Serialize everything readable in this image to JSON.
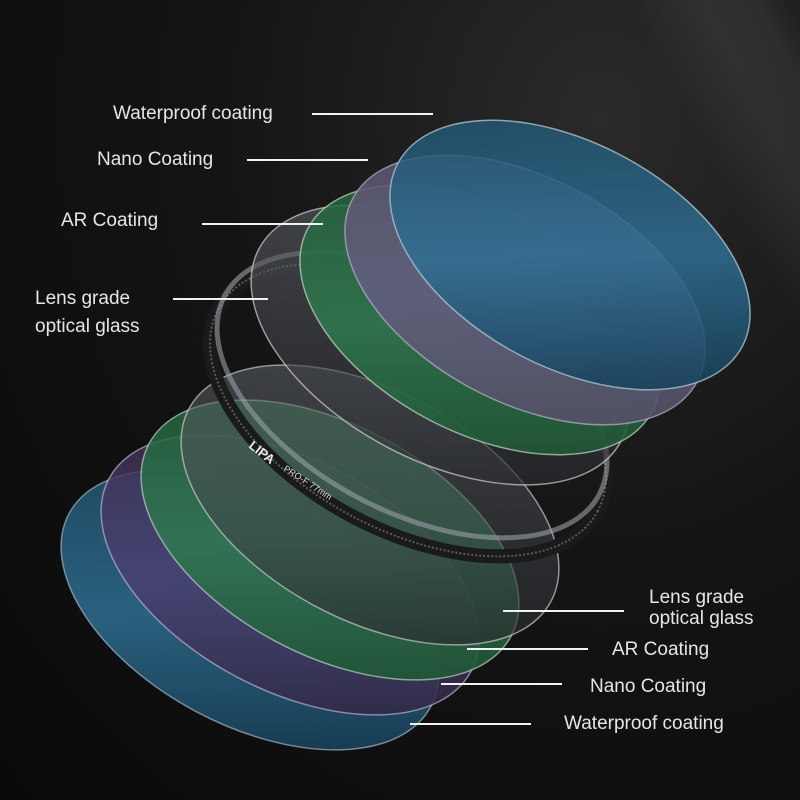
{
  "product": {
    "brand": "LIPA",
    "model": "PRO-F 77mm"
  },
  "labels_top": [
    {
      "text": "Waterproof coating"
    },
    {
      "text": "Nano Coating"
    },
    {
      "text": "AR Coating"
    },
    {
      "line1": "Lens grade",
      "line2": "optical glass"
    }
  ],
  "labels_bottom": [
    {
      "line1": "Lens grade",
      "line2": "optical glass"
    },
    {
      "text": "AR Coating"
    },
    {
      "text": "Nano Coating"
    },
    {
      "text": "Waterproof coating"
    }
  ],
  "colors": {
    "background": "#111111",
    "waterproof": "#2e6f94",
    "nano": "#5a3f7a",
    "ar": "#2f7a4e",
    "glass": "#7a7f88",
    "leader": "#f2f2f2",
    "label_text": "#e6e6e6"
  }
}
